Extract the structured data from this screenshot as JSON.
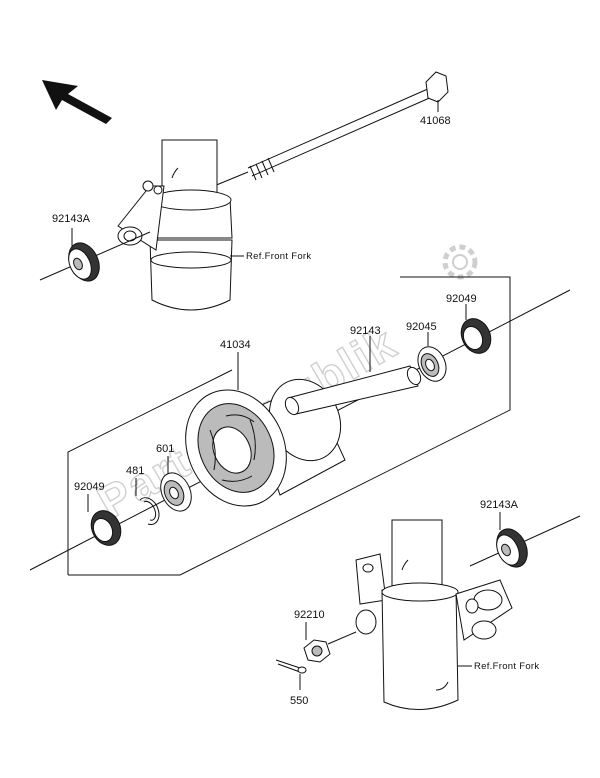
{
  "watermark": {
    "text": "PartsRepublik"
  },
  "part_labels": {
    "p41068": "41068",
    "p92143A_top": "92143A",
    "p92049_right": "92049",
    "p92045": "92045",
    "p41034": "41034",
    "p92143": "92143",
    "p601": "601",
    "p481": "481",
    "p92049_left": "92049",
    "p92143A_bottom": "92143A",
    "p92210": "92210",
    "p550": "550"
  },
  "references": {
    "front_fork_top": "Ref.Front Fork",
    "front_fork_bottom": "Ref.Front Fork"
  },
  "icons": [
    "direction-arrow-icon",
    "gear-logo-icon"
  ]
}
